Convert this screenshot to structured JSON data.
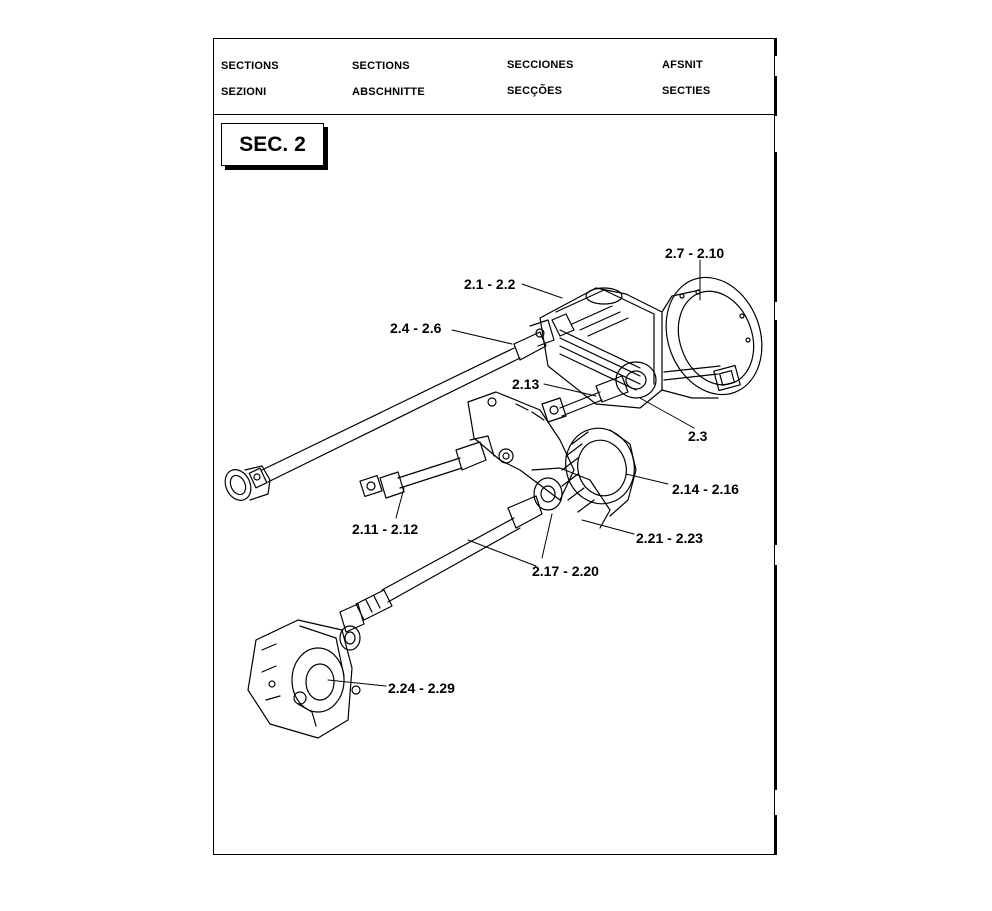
{
  "header": {
    "row1": [
      "SECTIONS",
      "SECTIONS",
      "SECCIONES",
      "AFSNIT"
    ],
    "row2": [
      "SEZIONI",
      "ABSCHNITTE",
      "SECÇÕES",
      "SECTIES"
    ]
  },
  "section_title": "SEC. 2",
  "callouts": [
    {
      "id": "c-2-7",
      "text": "2.7 - 2.10"
    },
    {
      "id": "c-2-1",
      "text": "2.1 - 2.2"
    },
    {
      "id": "c-2-4",
      "text": "2.4 - 2.6"
    },
    {
      "id": "c-2-13",
      "text": "2.13"
    },
    {
      "id": "c-2-3",
      "text": "2.3"
    },
    {
      "id": "c-2-14",
      "text": "2.14 - 2.16"
    },
    {
      "id": "c-2-11",
      "text": "2.11 - 2.12"
    },
    {
      "id": "c-2-21",
      "text": "2.21 - 2.23"
    },
    {
      "id": "c-2-17",
      "text": "2.17 - 2.20"
    },
    {
      "id": "c-2-24",
      "text": "2.24 - 2.29"
    }
  ]
}
